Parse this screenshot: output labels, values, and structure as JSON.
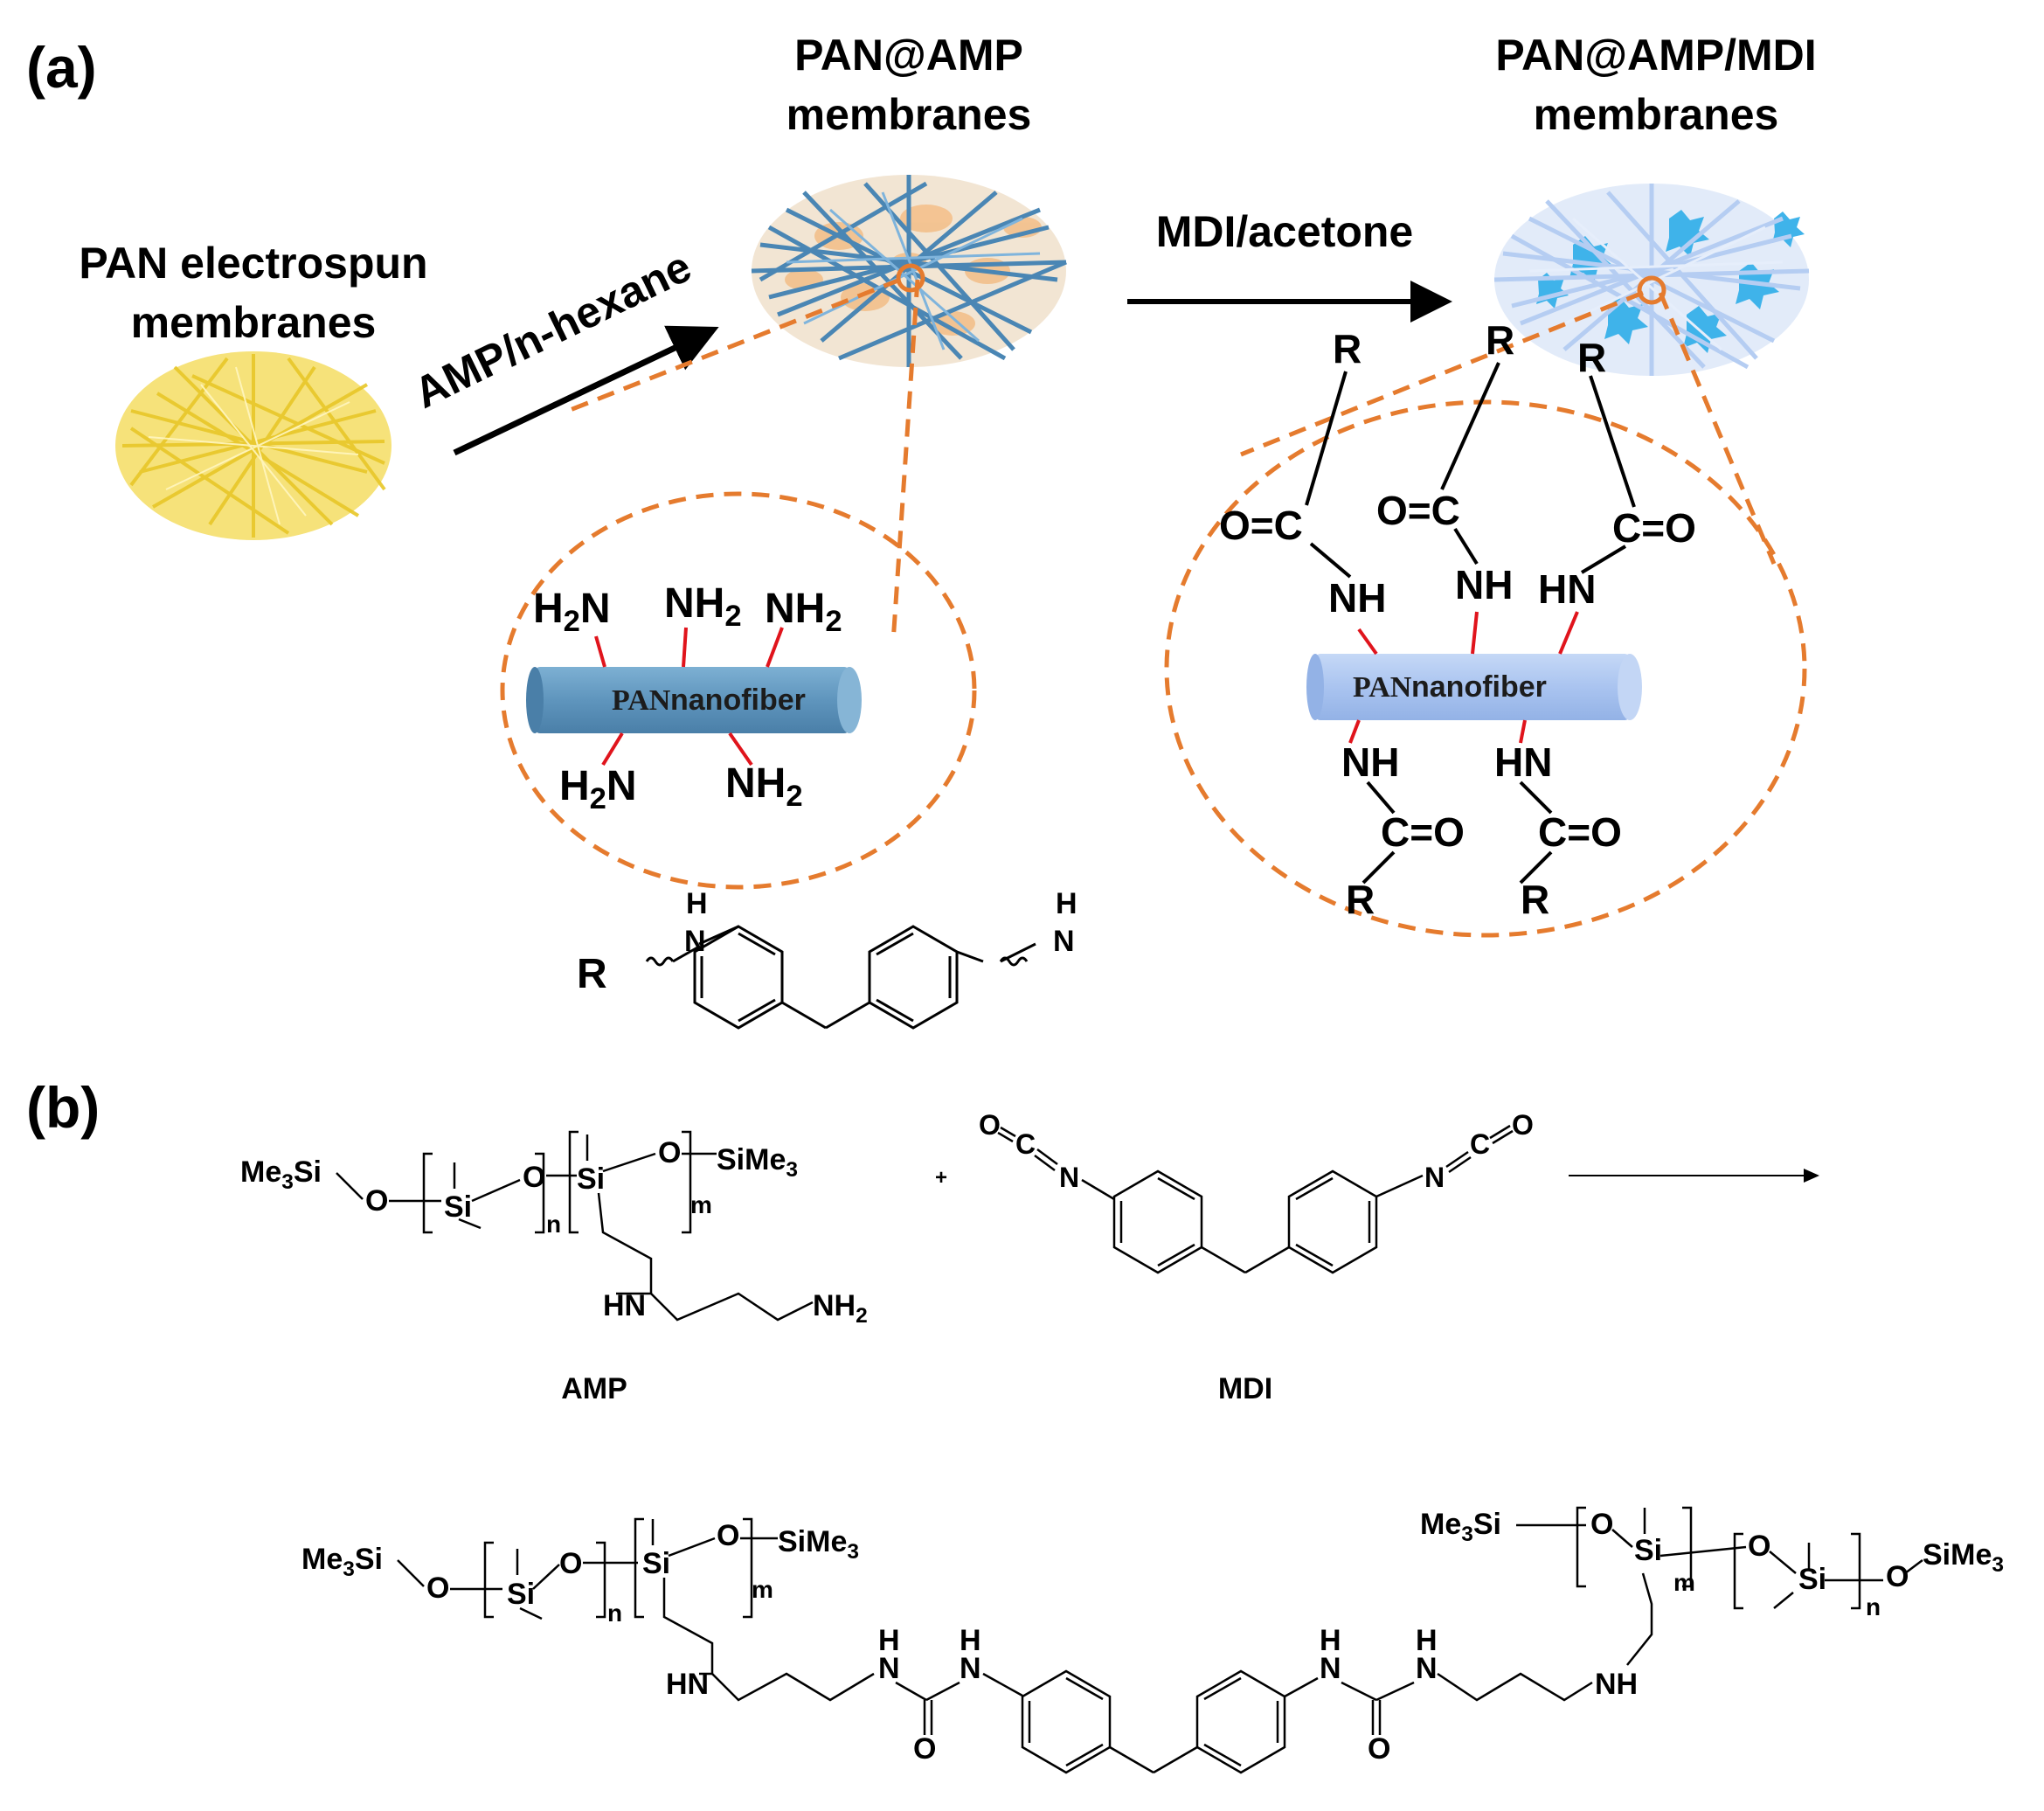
{
  "panel_a": {
    "label": "(a)",
    "pan_membrane_label_1": "PAN electrospun",
    "pan_membrane_label_2": "membranes",
    "amp_step": "AMP/n-hexane",
    "pan_amp_label_1": "PAN@AMP",
    "pan_amp_label_2": "membranes",
    "mdi_step": "MDI/acetone",
    "pan_amp_mdi_label_1": "PAN@AMP/MDI",
    "pan_amp_mdi_label_2": "membranes",
    "fiber_label_pan": "PAN",
    "fiber_label_nano": "nanofiber",
    "r_label": "R",
    "amine_group": "NH",
    "amine_group_left": "H",
    "amine_sub": "2",
    "amine_n": "N",
    "amide_nh": "NH",
    "amide_hn": "HN",
    "carbonyl_right": "C=O",
    "carbonyl_left": "O=C",
    "r_group": "R",
    "r_struct_h": "H",
    "r_struct_n": "N",
    "colors": {
      "dashed_callout": "#e57b2e",
      "bond_red": "#e0141c",
      "fiber_amp": "#5f95bd",
      "fiber_mdi": "#aac4f0",
      "membrane_yellow": "#f2d84b"
    }
  },
  "panel_b": {
    "label": "(b)",
    "me3si": "Me",
    "three": "3",
    "si": "Si",
    "o": "O",
    "simes": "SiMe",
    "n_idx": "n",
    "m_idx": "m",
    "hn": "HN",
    "nh": "NH",
    "nh2_main": "NH",
    "nh2_sub": "2",
    "h": "H",
    "n": "N",
    "c": "C",
    "plus": "+",
    "amp_name": "AMP",
    "mdi_name": "MDI"
  }
}
